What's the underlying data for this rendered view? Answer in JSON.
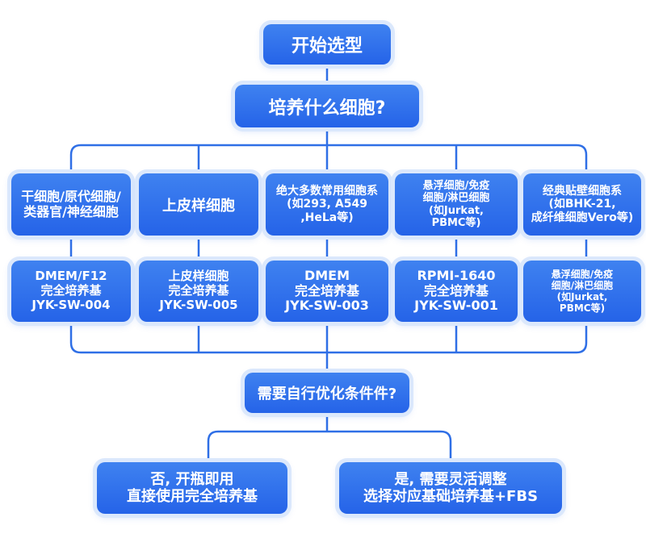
{
  "start": "开始选型",
  "question1": "培养什么细胞?",
  "categories": [
    {
      "lines": [
        "干细胞/原代细胞/",
        "类器官/神经细胞"
      ]
    },
    {
      "lines": [
        "上皮样细胞"
      ]
    },
    {
      "lines": [
        "绝大多数常用细胞系",
        "(如293, A549",
        ",HeLa等)"
      ]
    },
    {
      "lines": [
        "悬浮细胞/免疫",
        "细胞/淋巴细胞",
        "(如Jurkat,",
        "PBMC等)"
      ]
    },
    {
      "lines": [
        "经典贴壁细胞系",
        "(如BHK-21,",
        "成纤维细胞Vero等)"
      ]
    }
  ],
  "media": [
    {
      "lines": [
        "DMEM/F12",
        "完全培养基",
        "JYK-SW-004"
      ]
    },
    {
      "lines": [
        "上皮样细胞",
        "完全培养基",
        "JYK-SW-005"
      ]
    },
    {
      "lines": [
        "DMEM",
        "完全培养基",
        "JYK-SW-003"
      ]
    },
    {
      "lines": [
        "RPMI-1640",
        "完全培养基",
        "JYK-SW-001"
      ]
    },
    {
      "lines": [
        "悬浮细胞/免疫",
        "细胞/淋巴细胞",
        "(如Jurkat,",
        "PBMC等)"
      ]
    }
  ],
  "question2": "需要自行优化条件件?",
  "answers": [
    {
      "lines": [
        "否, 开瓶即用",
        "直接使用完全培养基"
      ]
    },
    {
      "lines": [
        "是, 需要灵活调整",
        "选择对应基础培养基+FBS"
      ]
    }
  ],
  "colors": {
    "node": "#2563e8",
    "line": "#2f6fe6",
    "glow": "#dbe8fc"
  }
}
